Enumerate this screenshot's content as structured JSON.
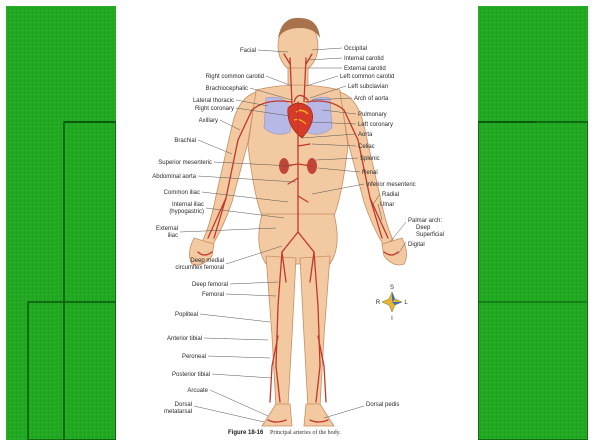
{
  "colors": {
    "slide_green": "#1fa51f",
    "grid_line": "#2db82d",
    "grid_dark": "#0d6b0d",
    "panel": "#ffffff",
    "skin": "#f2c9a0",
    "artery": "#c0392b"
  },
  "labels_left": [
    "Facial",
    "Right common carotid",
    "Brachiocephalic",
    "Lateral thoracic",
    "Right coronary",
    "Axillary",
    "Brachial",
    "Superior mesenteric",
    "Abdominal aorta",
    "Common iliac",
    "Internal iliac",
    "(hypogastric)",
    "External",
    "iliac",
    "Deep medial",
    "circumflex femoral",
    "Deep femoral",
    "Femoral",
    "Popliteal",
    "Anterior tibial",
    "Peroneal",
    "Posterior tibial",
    "Arcuate",
    "Dorsal",
    "metatarsal"
  ],
  "labels_right": [
    "Occipital",
    "Internal carotid",
    "External carotid",
    "Left common carotid",
    "Left subclavian",
    "Arch of aorta",
    "Pulmonary",
    "Left coronary",
    "Aorta",
    "Celiac",
    "Splenic",
    "Renal",
    "Inferior mesenteric",
    "Radial",
    "Ulnar",
    "Palmar arch:",
    "Deep",
    "Superficial",
    "Digital",
    "Dorsal pedis"
  ],
  "compass": {
    "n": "S",
    "s": "I",
    "w": "R",
    "e": "L"
  },
  "caption": {
    "figure": "Figure 18-16",
    "text": "Principal arteries of the body."
  }
}
